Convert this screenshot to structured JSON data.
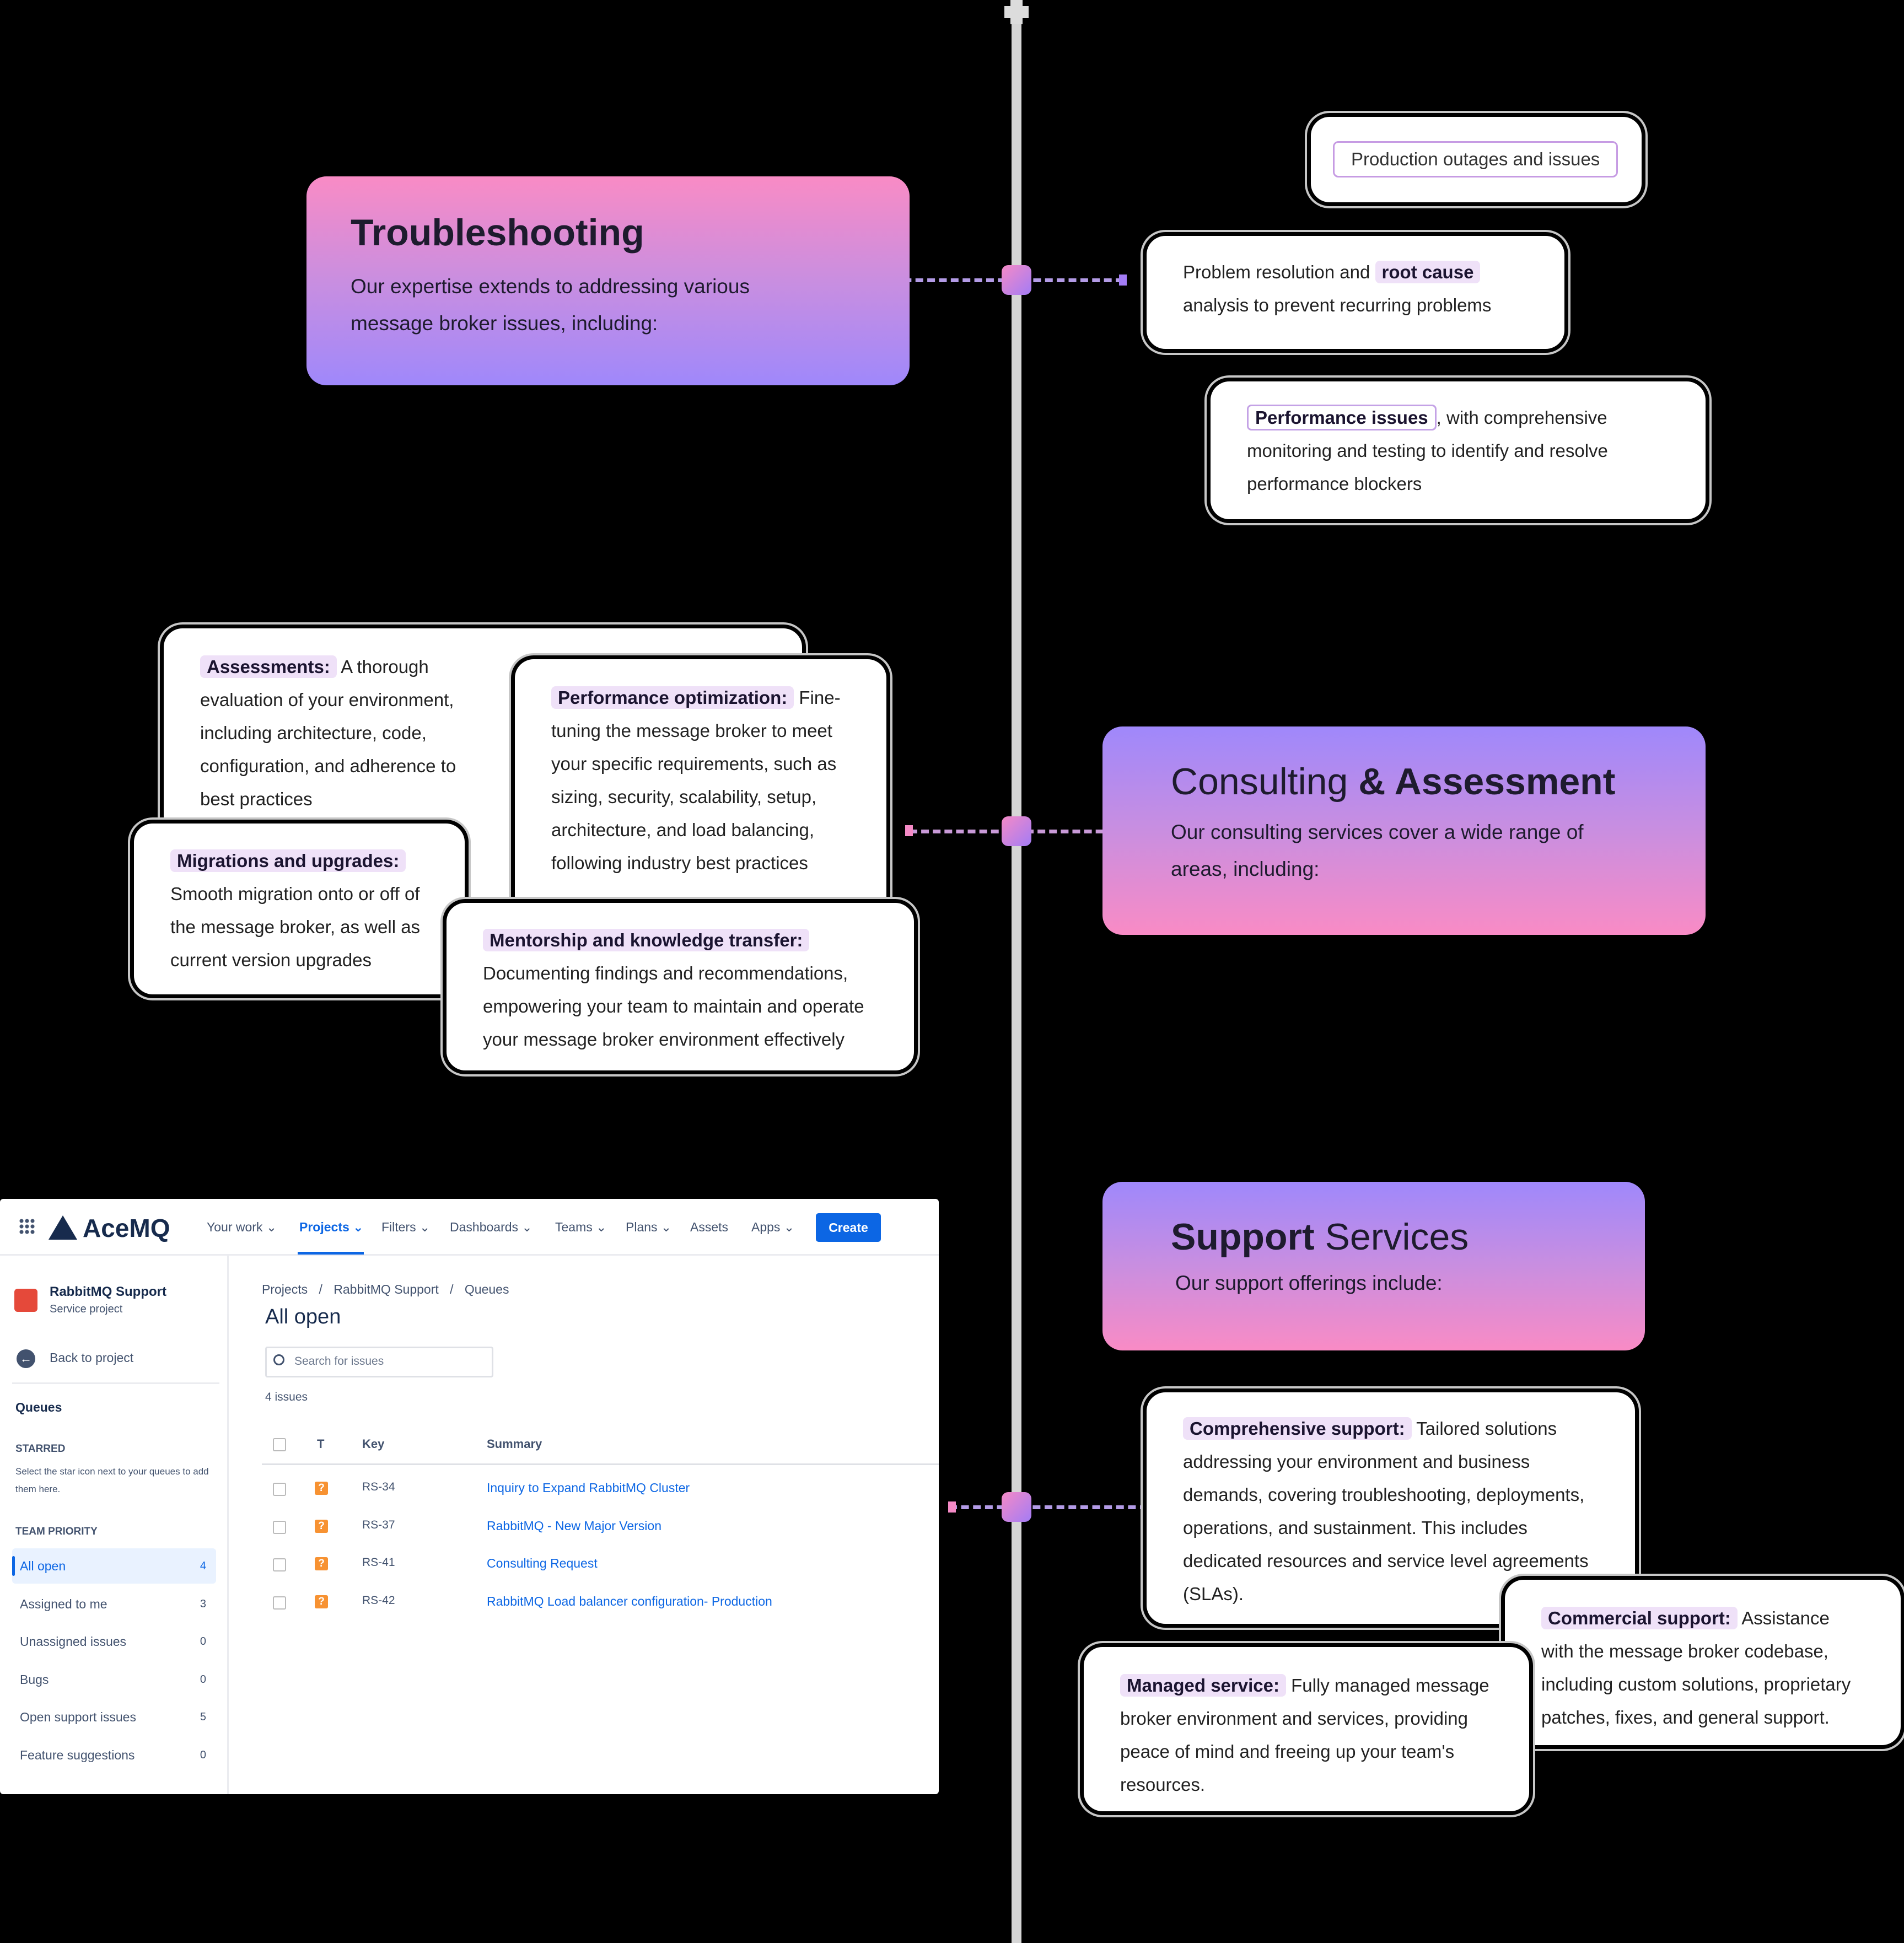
{
  "troubleshooting": {
    "title": "Troubleshooting",
    "desc": "Our expertise extends to addressing various message broker issues, including:",
    "pill": "Production outages and issues",
    "card2": {
      "pre": "Problem resolution and ",
      "hl": "root cause",
      "post": " analysis to prevent recurring problems"
    },
    "card3": {
      "hl": "Performance issues",
      "post": ", with comprehensive monitoring and testing to identify and resolve performance blockers"
    }
  },
  "consulting": {
    "title_light": "Consulting ",
    "title_bold": "& Assessment",
    "desc": "Our consulting services cover a wide range of areas, including:",
    "cards": [
      {
        "hl": "Assessments:",
        "body": " A thorough evaluation of your environment, including architecture, code, configuration, and adherence to best practices"
      },
      {
        "hl": "Performance optimization:",
        "body": " Fine-tuning the message broker to meet your specific requirements, such as sizing, security, scalability, setup, architecture, and load balancing, following industry best practices"
      },
      {
        "hl": "Migrations and upgrades:",
        "body": " Smooth migration onto or off of the message broker, as well as current version upgrades"
      },
      {
        "hl": "Mentorship and knowledge transfer:",
        "body": " Documenting findings and recommendations, empowering your team to maintain and operate your message broker environment effectively"
      }
    ]
  },
  "support": {
    "title_bold": "Support",
    "title_light": " Services",
    "desc": "Our support offerings include:",
    "cards": [
      {
        "hl": "Comprehensive support:",
        "body": " Tailored solutions addressing your environment and business demands, covering troubleshooting, deployments, operations, and sustainment. This includes dedicated resources and service level agreements (SLAs)."
      },
      {
        "hl": "Commercial support:",
        "body": " Assistance with the message broker codebase, including custom solutions, proprietary patches, fixes, and general support."
      },
      {
        "hl": "Managed service:",
        "body": " Fully managed message broker environment and services, providing peace of mind and freeing up your team's resources."
      }
    ]
  },
  "jira": {
    "logo": "AceMQ",
    "nav": [
      "Your work ⌄",
      "Projects ⌄",
      "Filters ⌄",
      "Dashboards ⌄",
      "Teams ⌄",
      "Plans ⌄",
      "Assets",
      "Apps ⌄"
    ],
    "create": "Create",
    "project_name": "RabbitMQ Support",
    "project_type": "Service project",
    "back": "Back to project",
    "queues": "Queues",
    "starred": "STARRED",
    "starred_hint": "Select the star icon next to your queues to add them here.",
    "team_priority": "TEAM PRIORITY",
    "sidebar_items": [
      {
        "label": "All open",
        "count": "4"
      },
      {
        "label": "Assigned to me",
        "count": "3"
      },
      {
        "label": "Unassigned issues",
        "count": "0"
      },
      {
        "label": "Bugs",
        "count": "0"
      },
      {
        "label": "Open support issues",
        "count": "5"
      },
      {
        "label": "Feature suggestions",
        "count": "0"
      }
    ],
    "breadcrumb": [
      "Projects",
      "/",
      "RabbitMQ Support",
      "/",
      "Queues"
    ],
    "heading": "All open",
    "search_placeholder": "Search for issues",
    "issue_count": "4 issues",
    "columns": [
      "T",
      "Key",
      "Summary"
    ],
    "rows": [
      {
        "key": "RS-34",
        "summary": "Inquiry to Expand RabbitMQ Cluster"
      },
      {
        "key": "RS-37",
        "summary": "RabbitMQ - New Major Version"
      },
      {
        "key": "RS-41",
        "summary": "Consulting Request"
      },
      {
        "key": "RS-42",
        "summary": "RabbitMQ Load balancer configuration- Production"
      }
    ]
  }
}
